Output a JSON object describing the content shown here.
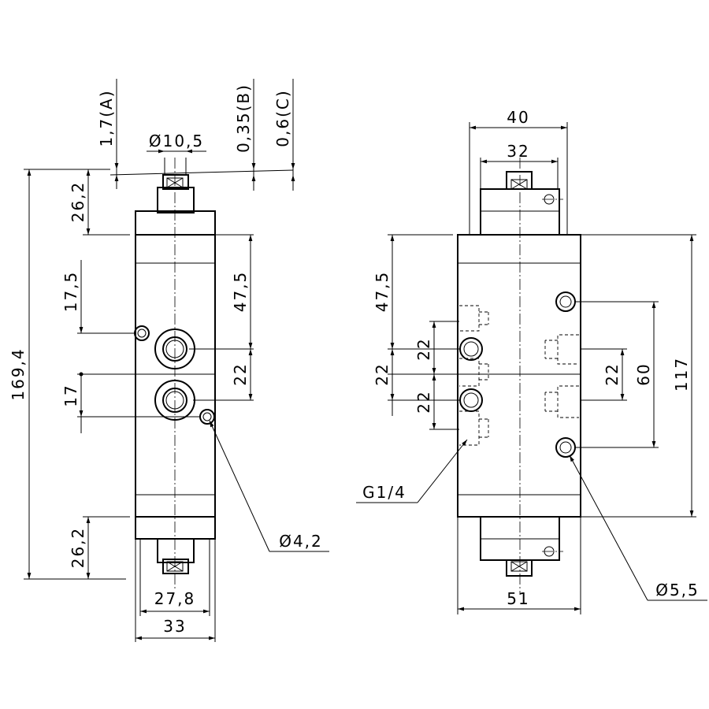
{
  "left_view": {
    "dims": {
      "d_a": "1,7(A)",
      "d_b": "0,35(B)",
      "d_c": "0,6(C)",
      "dia_top": "Ø10,5",
      "top_h": "26,2",
      "overall_h": "169,4",
      "upper_offset": "17,5",
      "lower_offset": "17",
      "port_pos": "47,5",
      "port_pitch": "22",
      "bottom_h": "26,2",
      "hole_dia": "Ø4,2",
      "inner_w": "27,8",
      "outer_w": "33"
    }
  },
  "right_view": {
    "dims": {
      "top_w": "40",
      "top_inner_w": "32",
      "port_pos": "47,5",
      "pitch_upper": "22",
      "pitch_total": "22",
      "pitch_lower": "22",
      "right_pitch": "22",
      "hole_spacing": "60",
      "body_h": "117",
      "thread": "G1/4",
      "body_w": "51",
      "hole_dia": "Ø5,5"
    }
  }
}
